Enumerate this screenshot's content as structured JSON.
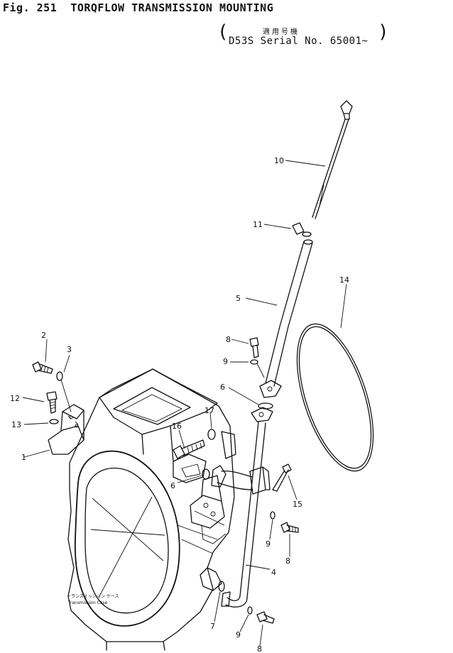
{
  "header": {
    "fig_no": "Fig. 251",
    "title": "TORQFLOW TRANSMISSION MOUNTING",
    "applicability_jp": "適用号機",
    "serial": "D53S Serial No. 65001~"
  },
  "parts": [
    {
      "id": "p1",
      "label": "1"
    },
    {
      "id": "p2",
      "label": "2"
    },
    {
      "id": "p3",
      "label": "3"
    },
    {
      "id": "p4",
      "label": "4"
    },
    {
      "id": "p5",
      "label": "5"
    },
    {
      "id": "p6a",
      "label": "6"
    },
    {
      "id": "p6b",
      "label": "6"
    },
    {
      "id": "p7",
      "label": "7"
    },
    {
      "id": "p8a",
      "label": "8"
    },
    {
      "id": "p8b",
      "label": "8"
    },
    {
      "id": "p8c",
      "label": "8"
    },
    {
      "id": "p9a",
      "label": "9"
    },
    {
      "id": "p9b",
      "label": "9"
    },
    {
      "id": "p9c",
      "label": "9"
    },
    {
      "id": "p10",
      "label": "10"
    },
    {
      "id": "p11",
      "label": "11"
    },
    {
      "id": "p12",
      "label": "12"
    },
    {
      "id": "p13",
      "label": "13"
    },
    {
      "id": "p14",
      "label": "14"
    },
    {
      "id": "p15",
      "label": "15"
    },
    {
      "id": "p16",
      "label": "16"
    },
    {
      "id": "p17",
      "label": "17"
    }
  ],
  "caption": {
    "jp": "トランスミッション ケース",
    "en": "Transmission Case"
  }
}
